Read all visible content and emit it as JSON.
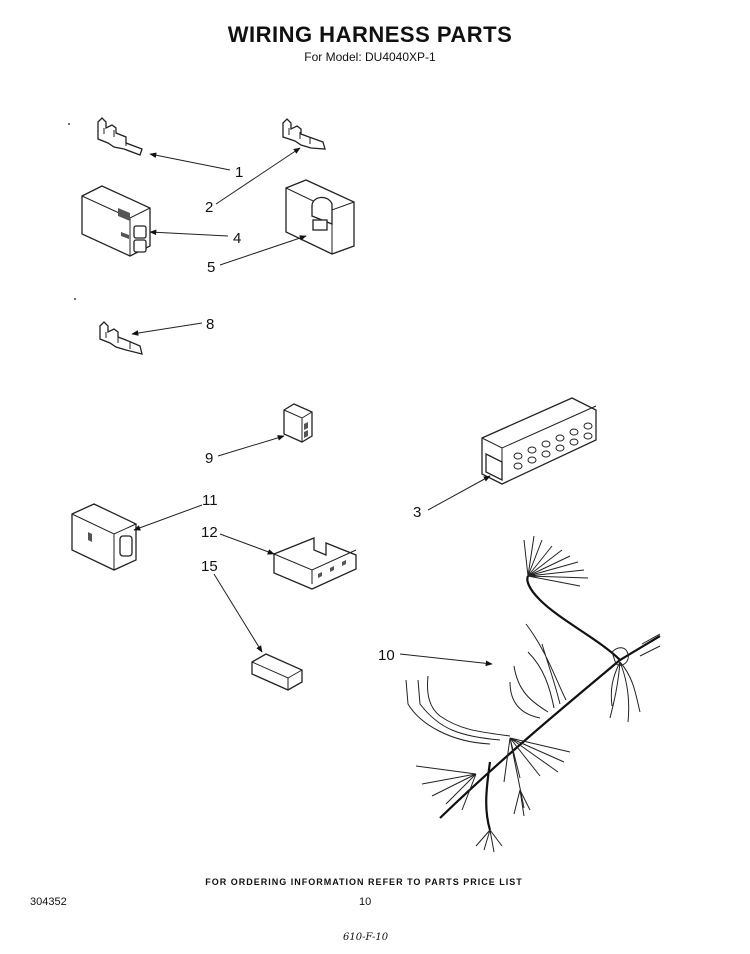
{
  "header": {
    "title": "WIRING HARNESS PARTS",
    "subtitle": "For Model: DU4040XP-1"
  },
  "callouts": {
    "c1": "1",
    "c2": "2",
    "c3": "3",
    "c4": "4",
    "c5": "5",
    "c8": "8",
    "c9": "9",
    "c10": "10",
    "c11": "11",
    "c12": "12",
    "c15": "15"
  },
  "footer": {
    "ordering_note": "FOR ORDERING INFORMATION REFER TO PARTS PRICE LIST",
    "document_number": "304352",
    "page_number": "10",
    "handwritten_note": "610-F-10"
  }
}
